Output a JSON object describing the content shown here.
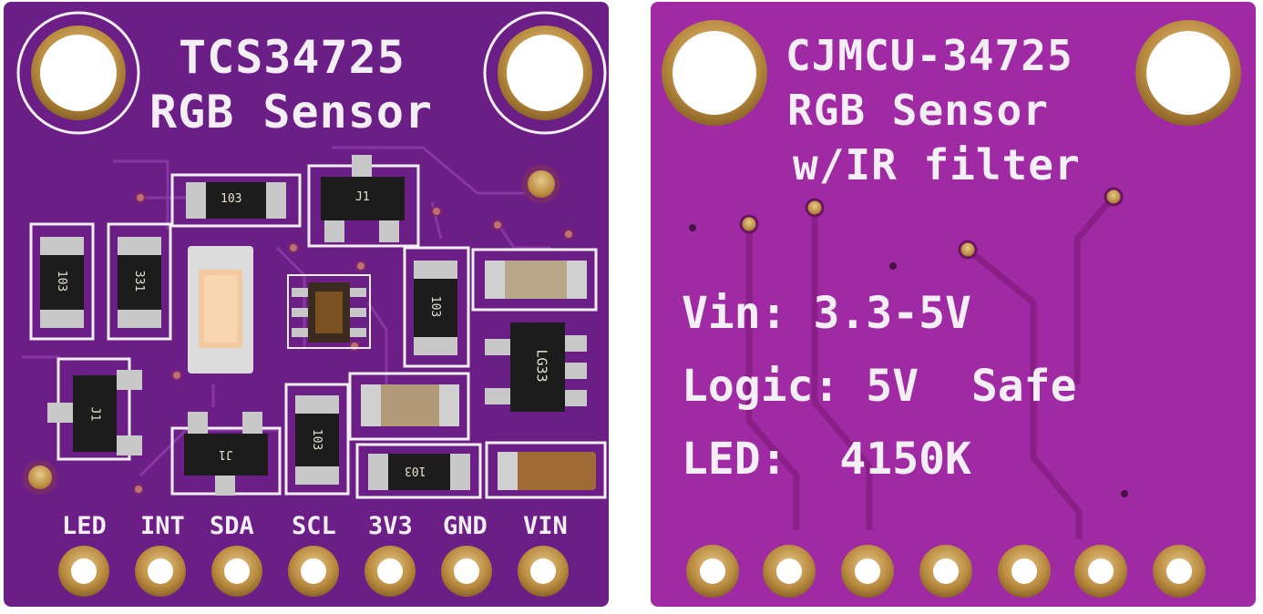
{
  "front": {
    "title_line1": "TCS34725",
    "title_line2": "RGB Sensor",
    "pins": [
      "LED",
      "INT",
      "SDA",
      "SCL",
      "3V3",
      "GND",
      "VIN"
    ],
    "components": {
      "r1": "103",
      "r2": "103",
      "r3": "331",
      "r4": "103",
      "r5": "103",
      "r6": "103",
      "q1": "J1",
      "q2": "J1",
      "q3": "J1",
      "regulator": "LG33"
    }
  },
  "back": {
    "title_line1": "CJMCU-34725",
    "title_line2": "RGB Sensor",
    "title_line3": "w/IR filter",
    "spec_vin": "Vin: 3.3-5V",
    "spec_logic": "Logic: 5V  Safe",
    "spec_led": "LED:  4150K"
  },
  "colors": {
    "front_pcb": "#6b1f86",
    "back_pcb": "#a02aa3",
    "silkscreen": "#f4eef6",
    "pad_gold": "#c9a45a"
  }
}
